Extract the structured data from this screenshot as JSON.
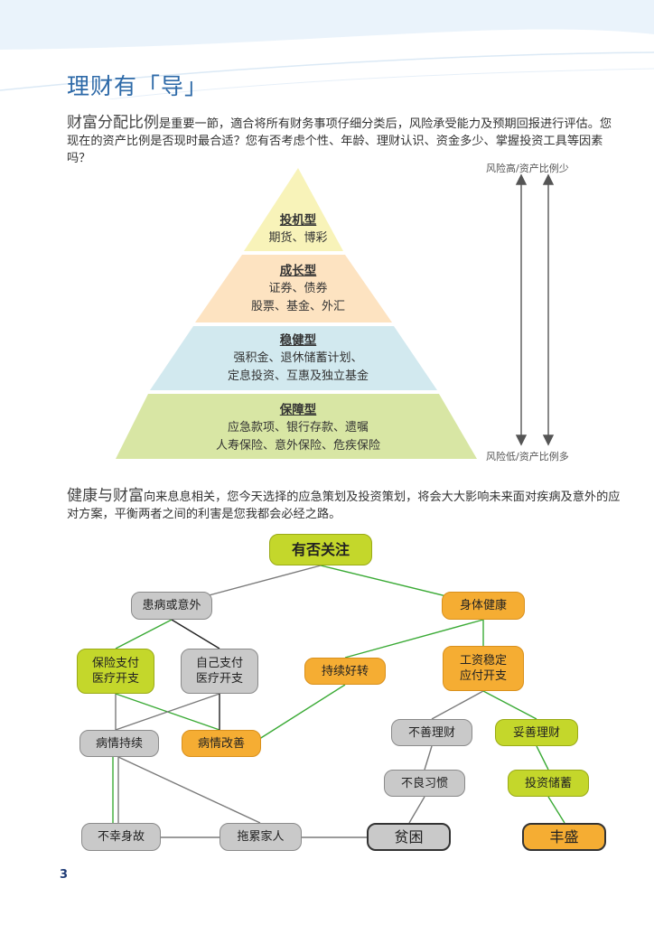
{
  "header": {
    "title": "理财有「导」"
  },
  "intro": {
    "lead": "财富分配比例",
    "text": "是重要一節，適合将所有财务事项仔细分类后，风险承受能力及预期回报进行评估。您现在的资产比例是否现时最合适？您有否考虑个性、年龄、理财认识、资金多少、掌握投资工具等因素吗？"
  },
  "risk": {
    "high": "风险高/资产比例少",
    "low": "风险低/资产比例多"
  },
  "pyramid": [
    {
      "heading": "投机型",
      "lines": [
        "期货、博彩"
      ],
      "color": "#f8f3b9"
    },
    {
      "heading": "成长型",
      "lines": [
        "证券、债券",
        "股票、基金、外汇"
      ],
      "color": "#fde3c1"
    },
    {
      "heading": "稳健型",
      "lines": [
        "强积金、退休储蓄计划、",
        "定息投资、互惠及独立基金"
      ],
      "color": "#d2e9ef"
    },
    {
      "heading": "保障型",
      "lines": [
        "应急款项、银行存款、遗嘱",
        "人寿保险、意外保险、危疾保险"
      ],
      "color": "#d8e6a4"
    }
  ],
  "health": {
    "lead": "健康与财富",
    "text": "向来息息相关，您今天选择的应急策划及投资策划，将会大大影响未来面对疾病及意外的应对方案，平衡两者之间的利害是您我都会必经之路。"
  },
  "flow": {
    "root": "有否关注",
    "sick": "患病或意外",
    "healthy": "身体健康",
    "insurance": [
      "保险支付",
      "医疗开支"
    ],
    "selfpay": [
      "自己支付",
      "医疗开支"
    ],
    "improving": "持续好转",
    "stable_income": [
      "工资稳定",
      "应付开支"
    ],
    "ongoing": "病情持续",
    "better": "病情改善",
    "bad_finance": "不善理财",
    "good_finance": "妥善理财",
    "bad_habit": "不良习惯",
    "invest_save": "投资储蓄",
    "death": "不幸身故",
    "burden": "拖累家人",
    "poor": "贫困",
    "rich": "丰盛"
  },
  "colors": {
    "title": "#2e6aa8",
    "orange": "#f5ad33",
    "lime": "#c4d72b",
    "grey": "#c9c9c9",
    "line_green": "#3aaa35",
    "line_grey": "#7a7a7a"
  },
  "footer": {
    "page": "3"
  }
}
